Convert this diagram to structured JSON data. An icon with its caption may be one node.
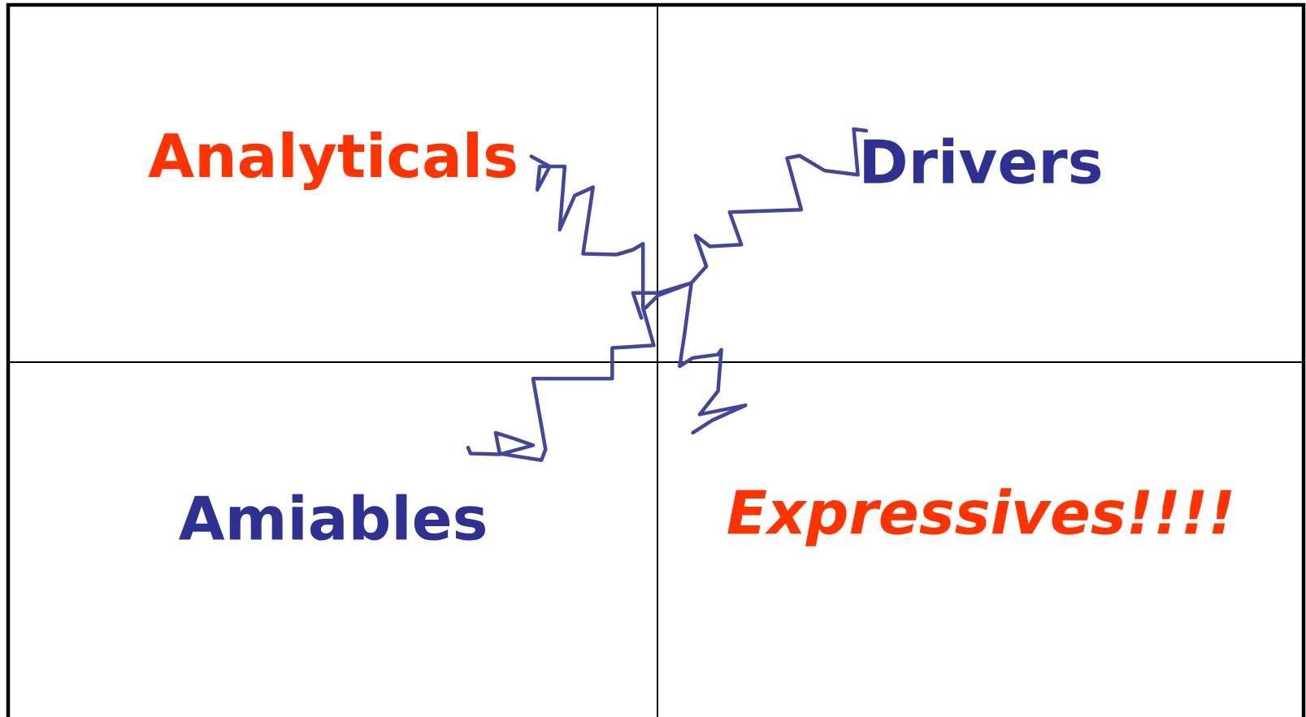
{
  "diagram": {
    "nodes": [
      {
        "text": [
          "Analyticals"
        ]
      },
      {
        "text": [
          "Drivers"
        ]
      },
      {
        "text": [
          "Amiables"
        ]
      },
      {
        "text": [
          "Expressives!!!!"
        ]
      }
    ]
  }
}
